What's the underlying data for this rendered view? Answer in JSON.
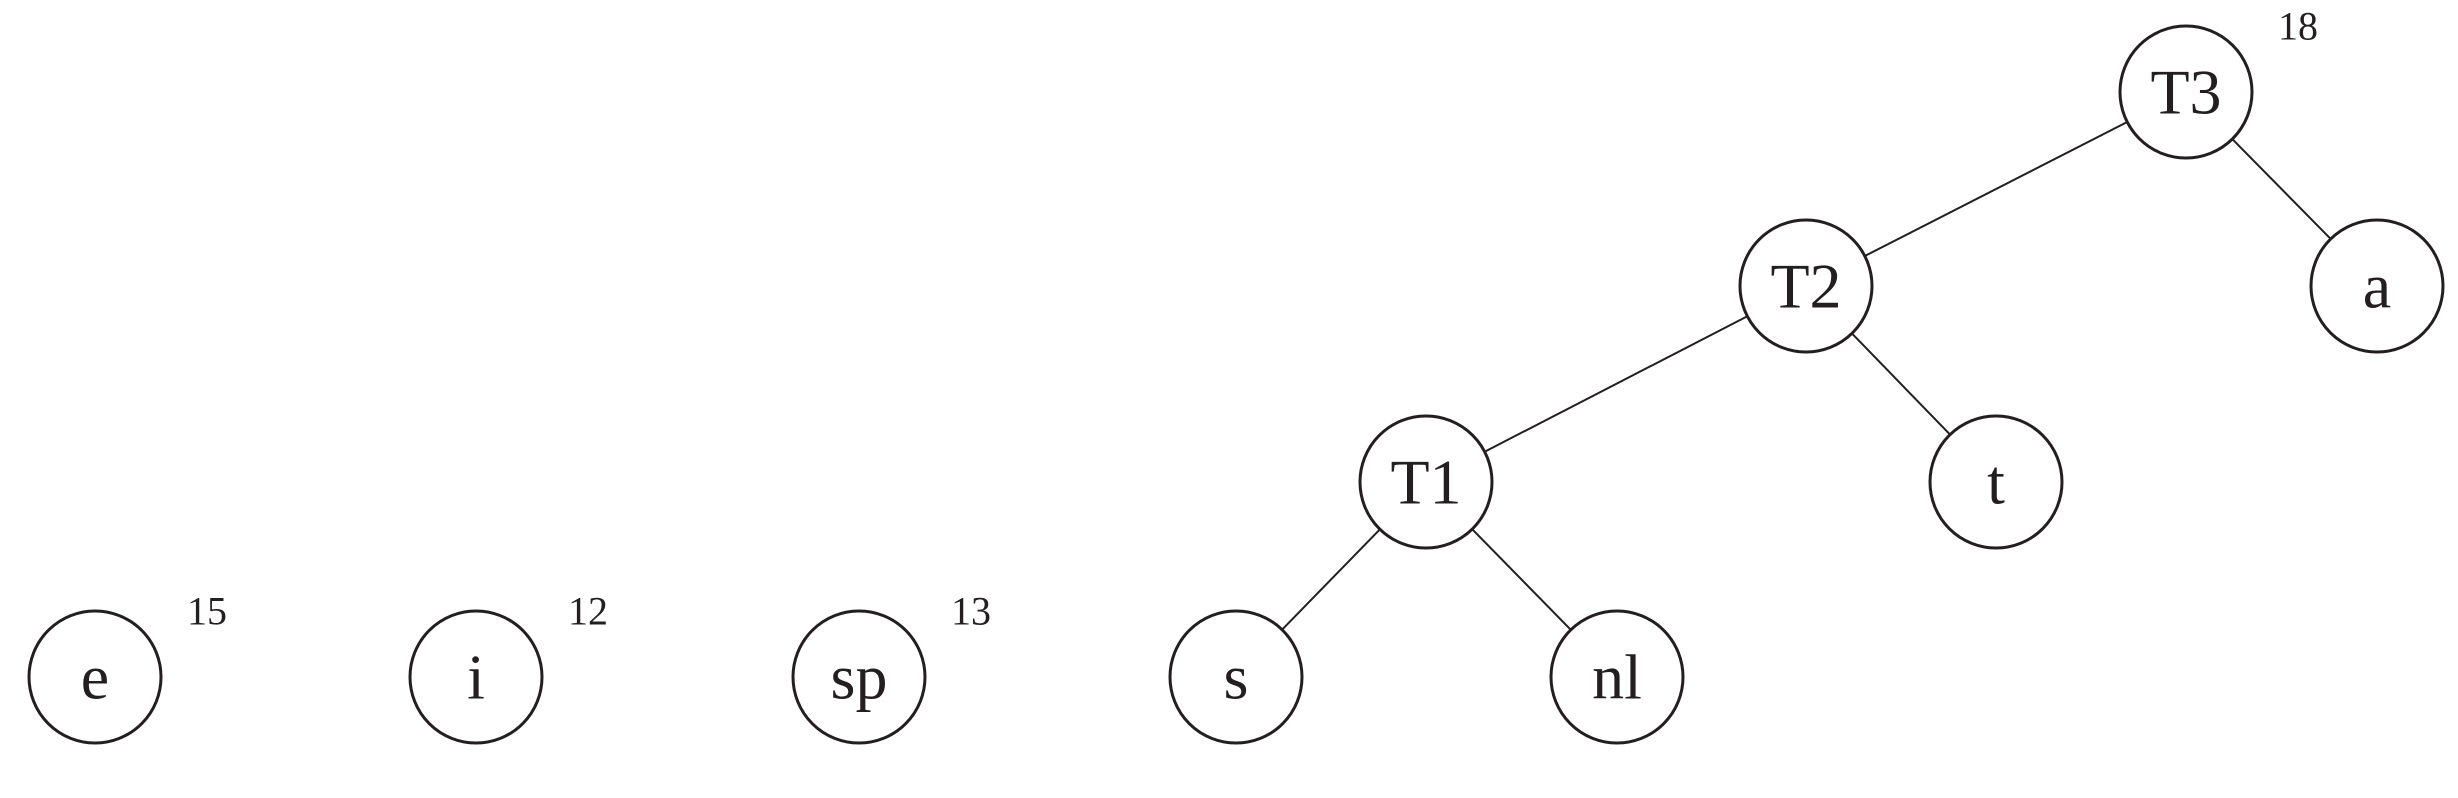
{
  "diagram": {
    "type": "tree",
    "nodes": [
      {
        "id": "e",
        "label": "e",
        "weight": "15"
      },
      {
        "id": "i",
        "label": "i",
        "weight": "12"
      },
      {
        "id": "sp",
        "label": "sp",
        "weight": "13"
      },
      {
        "id": "s",
        "label": "s",
        "weight": ""
      },
      {
        "id": "nl",
        "label": "nl",
        "weight": ""
      },
      {
        "id": "T1",
        "label": "T1",
        "weight": ""
      },
      {
        "id": "t",
        "label": "t",
        "weight": ""
      },
      {
        "id": "T2",
        "label": "T2",
        "weight": ""
      },
      {
        "id": "a",
        "label": "a",
        "weight": ""
      },
      {
        "id": "T3",
        "label": "T3",
        "weight": "18"
      }
    ],
    "edges": [
      {
        "from": "T3",
        "to": "T2"
      },
      {
        "from": "T3",
        "to": "a"
      },
      {
        "from": "T2",
        "to": "T1"
      },
      {
        "from": "T2",
        "to": "t"
      },
      {
        "from": "T1",
        "to": "s"
      },
      {
        "from": "T1",
        "to": "nl"
      }
    ]
  }
}
